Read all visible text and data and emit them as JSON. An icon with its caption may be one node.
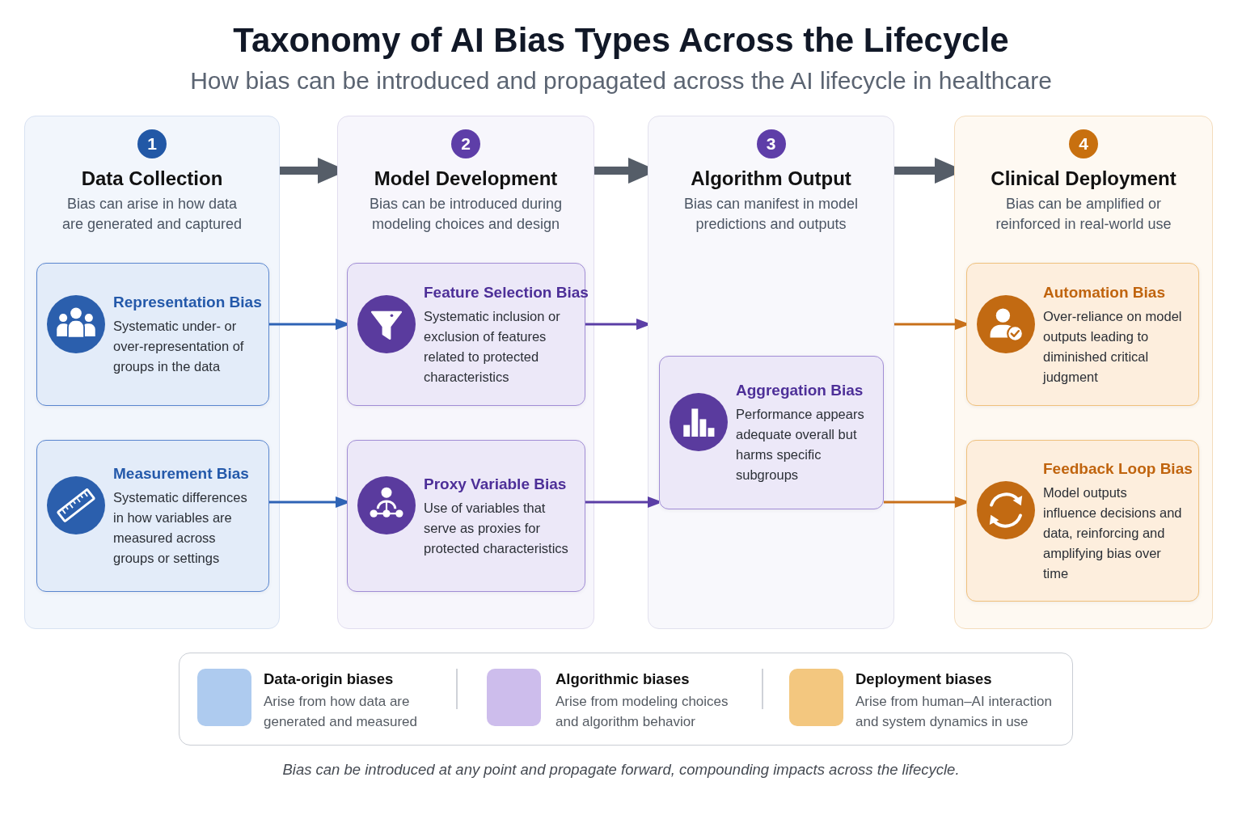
{
  "diagram": {
    "title": "Taxonomy of AI Bias Types Across the Lifecycle",
    "caption": "Bias can be introduced at any point and propagate forward, compounding impacts across the lifecycle.",
    "nodes": [
      {
        "text": [
          "1",
          "Data Collection",
          "Bias can arise in how data are generated and captured"
        ]
      },
      {
        "text": [
          "Representation Bias",
          "Systematic under- or over-representation of groups in the data"
        ],
        "in": 0
      },
      {
        "text": [
          "Measurement Bias",
          "Systematic differences in how variables are measured across groups or settings"
        ],
        "in": 0
      },
      {
        "text": [
          "2",
          "Model Development",
          "Bias can be introduced during modeling choices and design"
        ]
      },
      {
        "text": [
          "Feature Selection Bias",
          "Systematic inclusion or exclusion of features related to protected characteristics"
        ],
        "in": 3
      },
      {
        "text": [
          "Proxy Variable Bias",
          "Use of variables that serve as proxies for protected characteristics"
        ],
        "in": 3
      },
      {
        "text": [
          "3",
          "Algorithm Output",
          "Bias can manifest in model predictions and outputs"
        ]
      },
      {
        "text": [
          "Aggregation Bias",
          "Performance appears adequate overall but harms specific subgroups"
        ],
        "in": 6
      },
      {
        "text": [
          "4",
          "Clinical Deployment",
          "Bias can be amplified or reinforced in real-world use"
        ]
      },
      {
        "text": [
          "Automation Bias",
          "Over-reliance on model outputs leading to diminished critical judgment"
        ],
        "in": 8
      },
      {
        "text": [
          "Feedback Loop Bias",
          "Model outputs influence decisions and data, reinforcing and amplifying bias over time"
        ],
        "in": 8
      }
    ],
    "edges": [
      {
        "from": 0,
        "to": 3,
        "arrow": "to",
        "style": "thick",
        "color": "#555d68"
      },
      {
        "from": 3,
        "to": 6,
        "arrow": "to",
        "style": "thick",
        "color": "#555d68"
      },
      {
        "from": 6,
        "to": 8,
        "arrow": "to",
        "style": "thick",
        "color": "#555d68"
      },
      {
        "from": 1,
        "to": 4,
        "arrow": "to",
        "color": "#2e63b5"
      },
      {
        "from": 2,
        "to": 5,
        "arrow": "to",
        "color": "#2e63b5"
      },
      {
        "from": 4,
        "to": 6,
        "arrow": "to",
        "color": "#5b3ea6"
      },
      {
        "from": 5,
        "to": 7,
        "arrow": "to",
        "color": "#5b3ea6"
      },
      {
        "from": 6,
        "to": 9,
        "arrow": "to",
        "color": "#c8701a"
      },
      {
        "from": 7,
        "to": 10,
        "arrow": "to",
        "color": "#c8701a"
      }
    ],
    "labels": [
      "How bias can be introduced and propagated across the AI lifecycle in healthcare",
      "Arise from how data are generated and measured",
      "Arise from modeling choices and algorithm behavior",
      "Arise from human–AI interaction and system dynamics in use"
    ],
    "legend": [
      {
        "text": "Data-origin biases",
        "color": "#aecbef"
      },
      {
        "text": "Algorithmic biases",
        "color": "#cdbdec"
      },
      {
        "text": "Deployment biases",
        "color": "#f3c77f"
      }
    ]
  }
}
